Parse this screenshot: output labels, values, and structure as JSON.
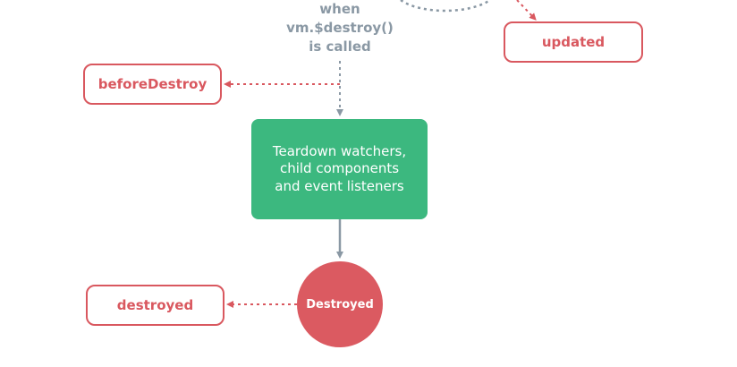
{
  "diagram": {
    "condition_lines": [
      "when",
      "vm.$destroy()",
      "is called"
    ],
    "hooks": {
      "updated": "updated",
      "before_destroy": "beforeDestroy",
      "destroyed": "destroyed"
    },
    "teardown": "Teardown watchers, child components and event listeners",
    "state_destroyed": "Destroyed"
  },
  "colors": {
    "hook": "#d9585f",
    "process": "#3cb87f",
    "state": "#db5a61",
    "connector": "#8a98a4"
  }
}
